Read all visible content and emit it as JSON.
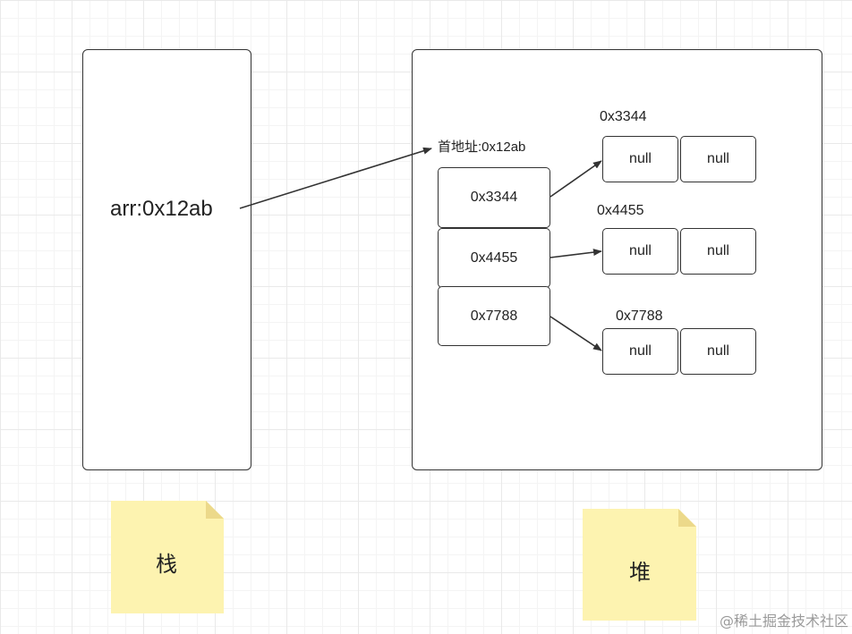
{
  "stack": {
    "variable": "arr:0x12ab",
    "note_label": "栈"
  },
  "heap": {
    "base_address_label": "首地址:0x12ab",
    "outer_array": [
      "0x3344",
      "0x4455",
      "0x7788"
    ],
    "inner_arrays": [
      {
        "address": "0x3344",
        "cells": [
          "null",
          "null"
        ]
      },
      {
        "address": "0x4455",
        "cells": [
          "null",
          "null"
        ]
      },
      {
        "address": "0x7788",
        "cells": [
          "null",
          "null"
        ]
      }
    ],
    "note_label": "堆"
  },
  "watermark": "@稀土掘金技术社区",
  "colors": {
    "border": "#333333",
    "note_fill": "#fdf3b0",
    "note_fold": "#ecd98a"
  }
}
